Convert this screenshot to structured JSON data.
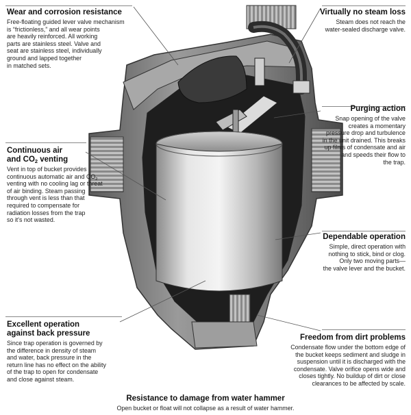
{
  "callouts": {
    "wear": {
      "title": "Wear and corrosion resistance",
      "lines": [
        "Free-floating guided lever valve mechanism",
        "is “frictionless,” and all wear points",
        "are heavily reinforced. All working",
        "parts are stainless steel. Valve and",
        "seat are stainless steel, individually",
        "ground and lapped together",
        "in matched sets."
      ]
    },
    "steam_loss": {
      "title": "Virtually no steam loss",
      "lines": [
        "Steam does not reach the",
        "water-sealed discharge valve."
      ]
    },
    "purging": {
      "title": "Purging action",
      "lines": [
        "Snap opening of the valve",
        "creates a momentary",
        "pressure drop and turbulence",
        "in the unit drained. This breaks",
        "up films of condensate and air",
        "and speeds their flow to",
        "the trap."
      ]
    },
    "venting": {
      "title_1": "Continuous air",
      "title_2_pre": "and CO",
      "title_2_sub": "2",
      "title_2_post": " venting",
      "line_1": "Vent in top of bucket provides",
      "line_2_pre": "continuous automatic air and CO",
      "line_2_sub": "2",
      "lines_rest": [
        "venting with no cooling lag or threat",
        "of air binding. Steam passing",
        "through vent is less than that",
        "required to compensate for",
        "radiation losses from the trap",
        "so it's not wasted."
      ]
    },
    "dependable": {
      "title": "Dependable operation",
      "lines": [
        "Simple, direct operation with",
        "nothing to stick, bind or clog.",
        "Only two moving parts—",
        "the valve lever and the bucket."
      ]
    },
    "back_pressure": {
      "title_1": "Excellent operation",
      "title_2": "against back pressure",
      "lines": [
        "Since trap operation is governed by",
        "the difference in density of steam",
        "and water, back pressure in the",
        "return line has no effect on the ability",
        "of the trap to open for condensate",
        "and close against steam."
      ]
    },
    "dirt": {
      "title": "Freedom from dirt problems",
      "lines": [
        "Condensate flow under the bottom edge of",
        "the bucket keeps sediment and sludge in",
        "suspension until it is discharged with the",
        "condensate. Valve orifice opens wide and",
        "closes tightly. No buildup of dirt or close",
        "clearances to be affected by scale."
      ]
    },
    "water_hammer": {
      "title": "Resistance to damage from water hammer",
      "lines": [
        "Open bucket or float will not collapse as a result of water hammer."
      ]
    }
  }
}
